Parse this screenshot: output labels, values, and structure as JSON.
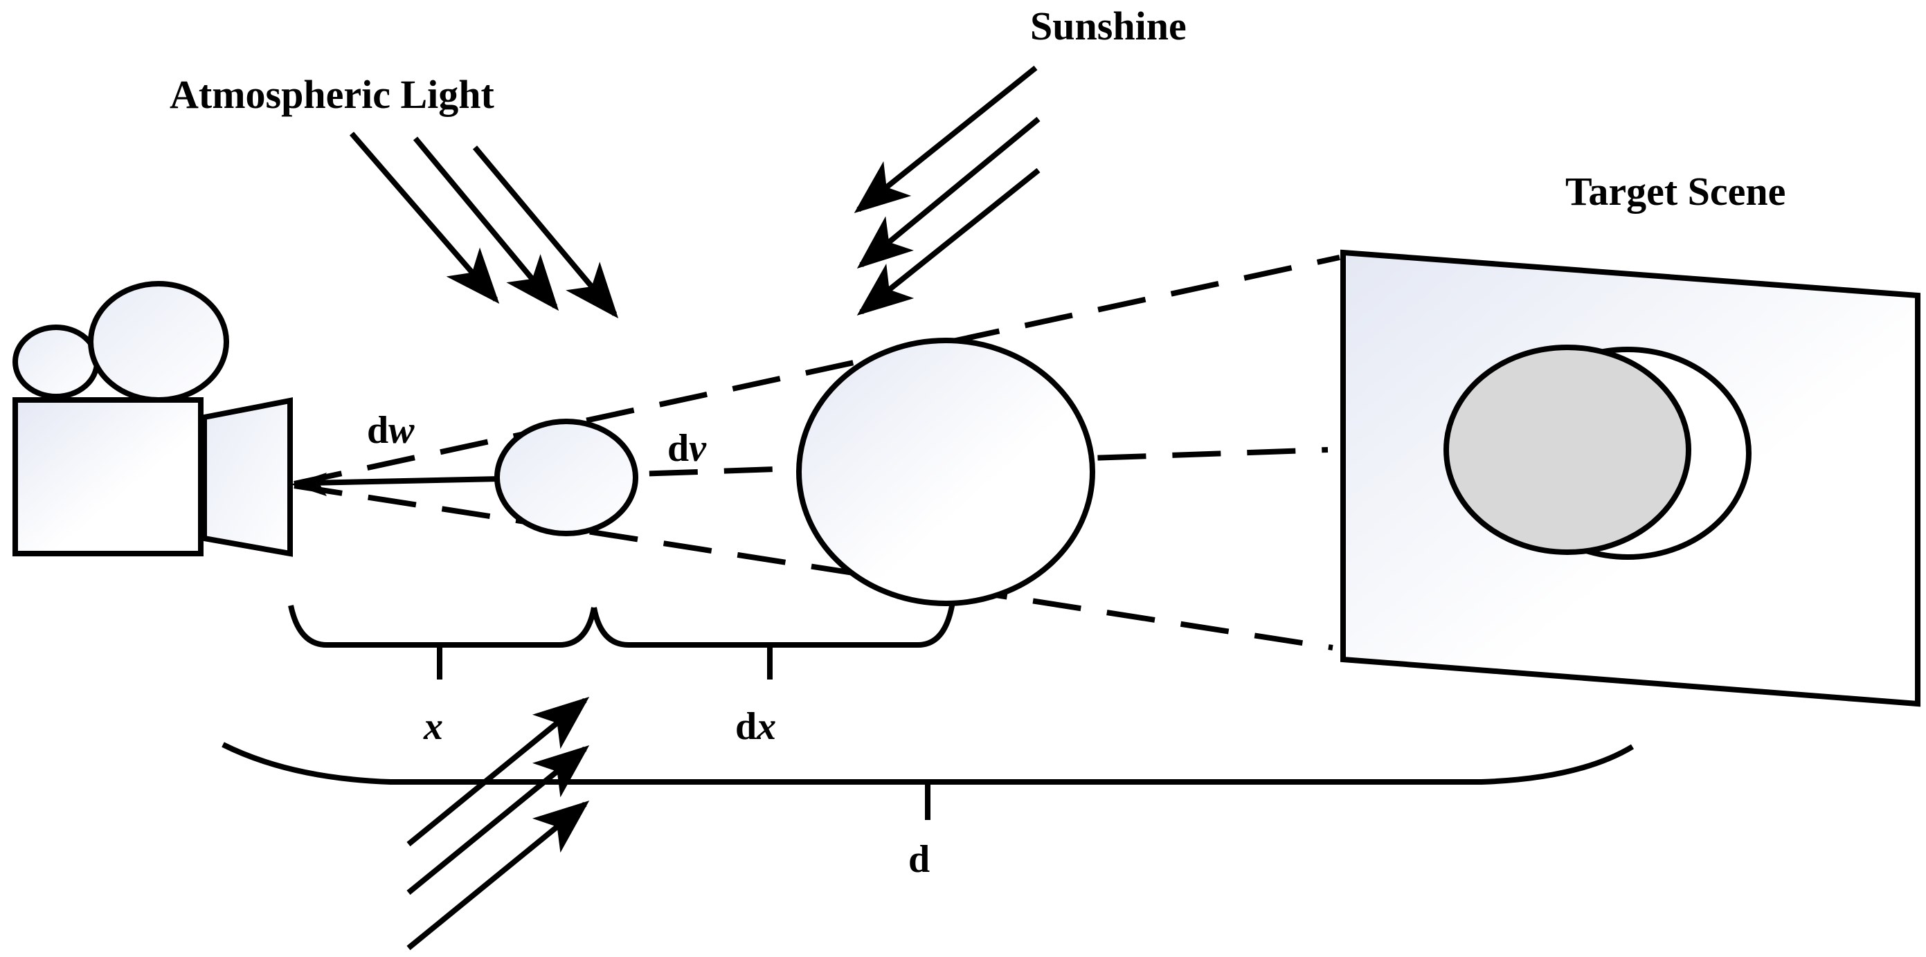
{
  "labels": {
    "sunshine": "Sunshine",
    "atmospheric_light": "Atmospheric Light",
    "target_scene": "Target Scene",
    "dw_d": "d",
    "dw_var": "w",
    "dv_d": "d",
    "dv_var": "v",
    "x": "x",
    "dx_d": "d",
    "dx_var": "x",
    "d": "d"
  }
}
